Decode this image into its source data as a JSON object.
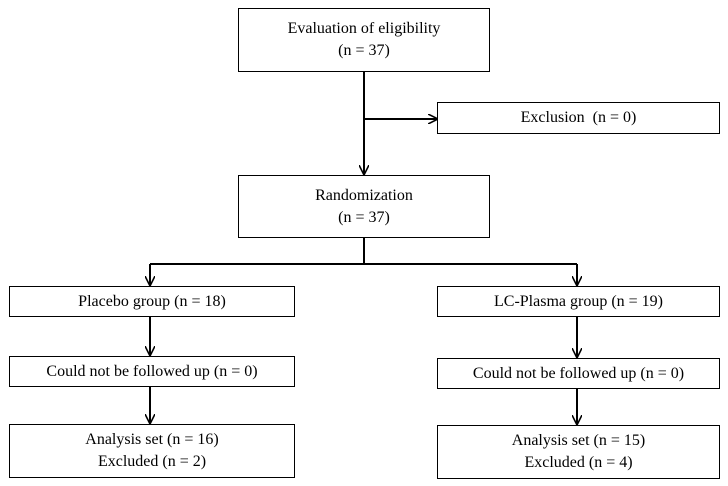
{
  "flowchart": {
    "eligibility": {
      "line1": "Evaluation of eligibility",
      "line2": "(n = 37)"
    },
    "exclusion": {
      "label": "Exclusion  (n = 0)"
    },
    "randomization": {
      "line1": "Randomization",
      "line2": "(n = 37)"
    },
    "placebo": {
      "group": "Placebo group (n = 18)",
      "followup": "Could not be followed up (n = 0)",
      "analysis_line1": "Analysis set (n = 16)",
      "analysis_line2": "Excluded (n = 2)"
    },
    "lc_plasma": {
      "group": "LC-Plasma group (n = 19)",
      "followup": "Could not be followed up (n = 0)",
      "analysis_line1": "Analysis set (n = 15)",
      "analysis_line2": "Excluded (n = 4)"
    }
  }
}
